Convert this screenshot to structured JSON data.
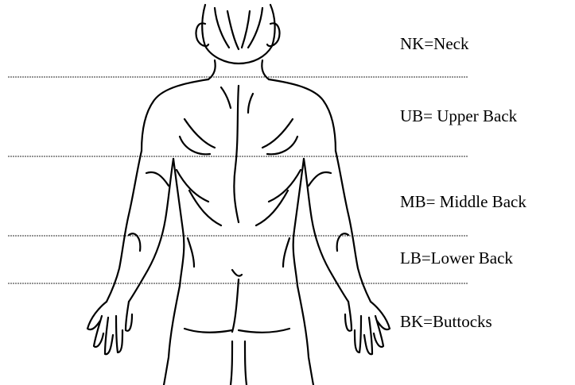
{
  "regions": [
    {
      "code": "NK",
      "label": "NK=Neck"
    },
    {
      "code": "UB",
      "label": "UB= Upper Back"
    },
    {
      "code": "MB",
      "label": "MB= Middle Back"
    },
    {
      "code": "LB",
      "label": "LB=Lower Back"
    },
    {
      "code": "BK",
      "label": "BK=Buttocks"
    }
  ],
  "colors": {
    "line": "#000000",
    "divider": "#555555",
    "background": "#ffffff"
  }
}
